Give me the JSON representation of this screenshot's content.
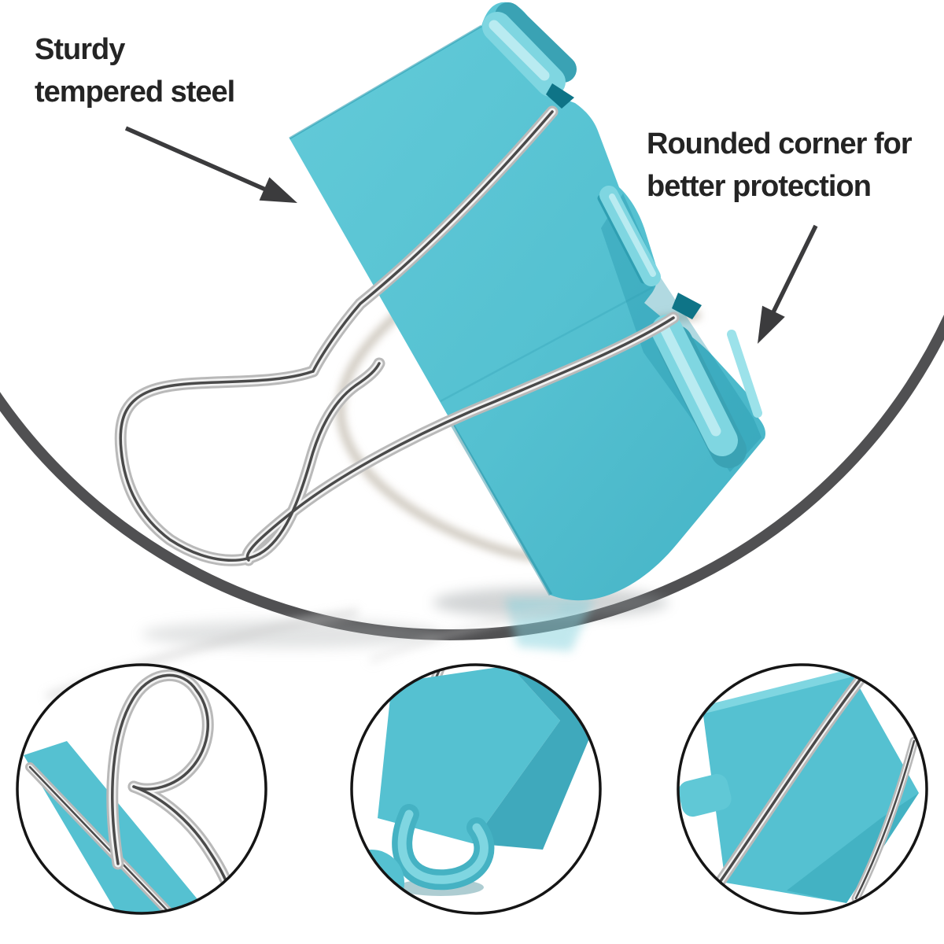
{
  "page": {
    "background": "#ffffff",
    "subject": "teal binder clip product feature photo"
  },
  "annotations": {
    "left": {
      "lines": [
        "Sturdy",
        "tempered steel"
      ]
    },
    "right": {
      "lines": [
        "Rounded corner for",
        "better protection"
      ]
    }
  },
  "colors": {
    "clip_teal": "#55c1d1",
    "clip_teal_light": "#7fd6e1",
    "clip_teal_highlight": "#b9ebf1",
    "clip_teal_dark": "#2f9fb2",
    "clip_teal_deep": "#0e7487",
    "wire_mid": "#b9b9b9",
    "wire_light": "#f2f2f2",
    "wire_core": "#4a4a4a",
    "arc_gray": "#505052",
    "arrow_dark": "#3b3b3d",
    "text_dark": "#242424",
    "inset_ring": "#151515",
    "page_bg": "#ffffff"
  },
  "insets": [
    {
      "name": "wire-handle-detail"
    },
    {
      "name": "rounded-corner-fold-detail"
    },
    {
      "name": "corner-with-wire-detail"
    }
  ]
}
